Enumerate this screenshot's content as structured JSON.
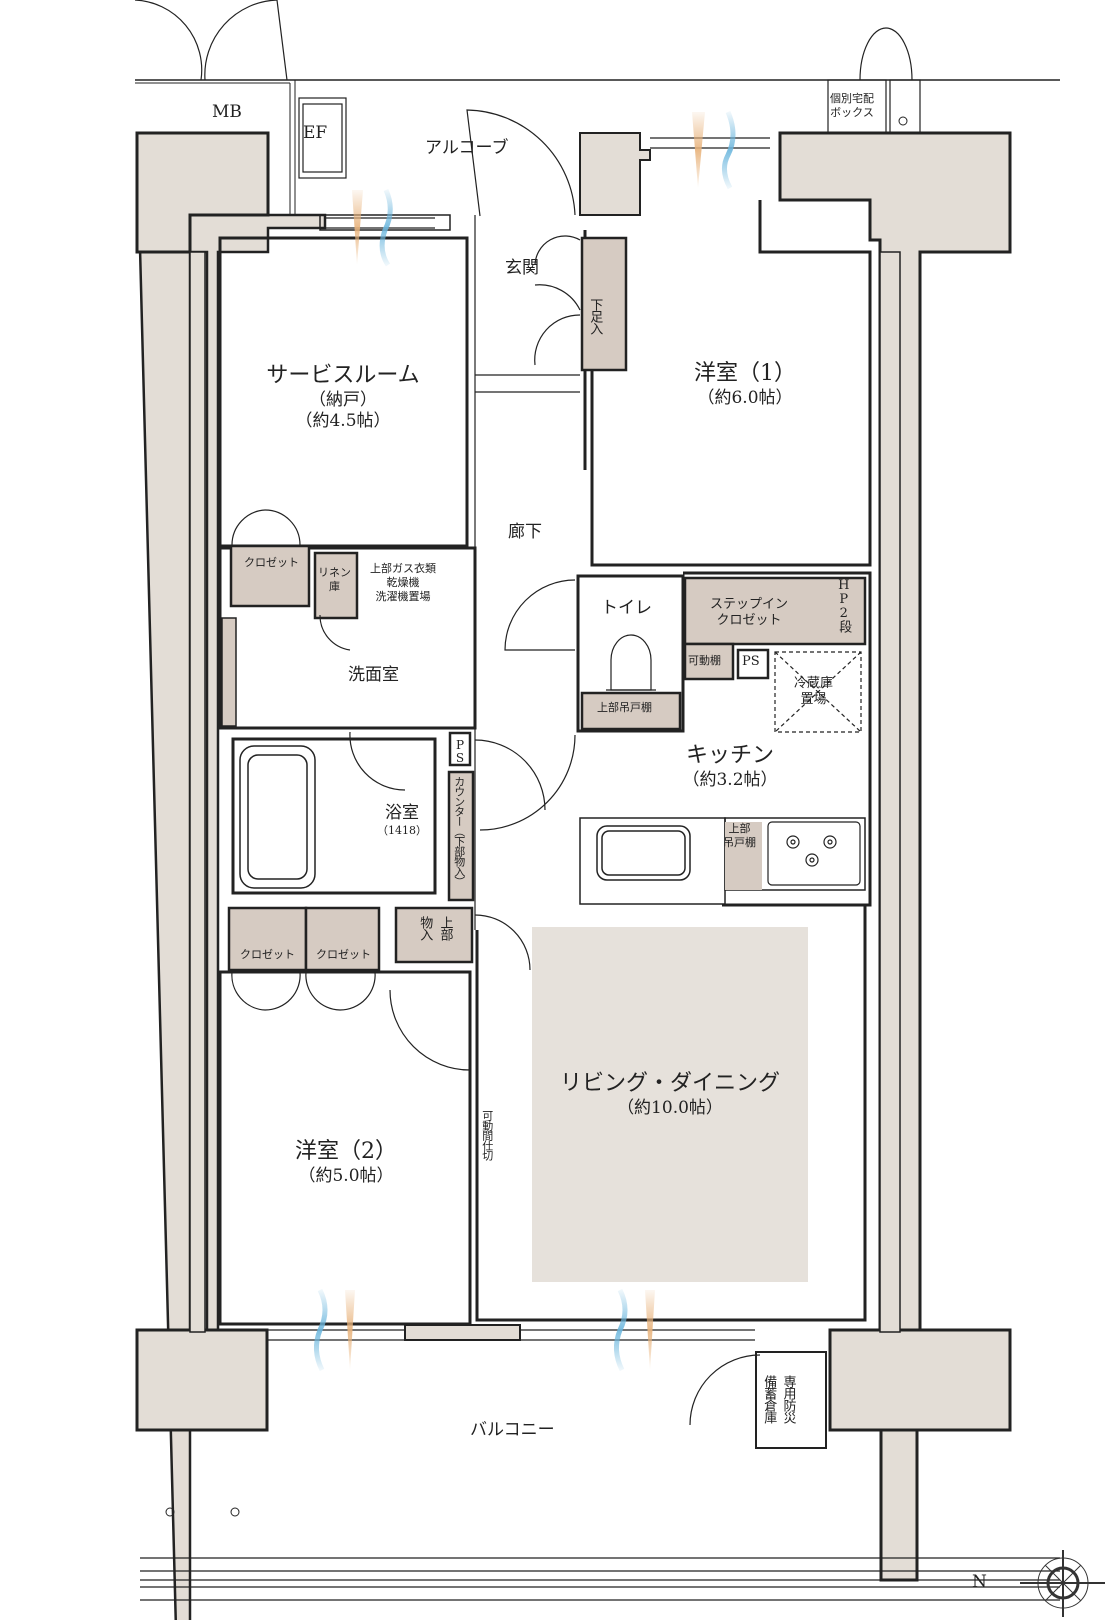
{
  "colors": {
    "wall_fill": "#e3ddd6",
    "storage_fill": "#d6cbc2",
    "living_fill": "#e6e1db",
    "line": "#222222",
    "warm_vent": "#e8b27a",
    "cool_vent": "#6bb6dd"
  },
  "exterior": {
    "mb": "MB",
    "ef": "EF",
    "alcove": "アルコーブ",
    "delivery_box": [
      "個別宅配",
      "ボックス"
    ],
    "balcony": "バルコニー",
    "disaster_storage": [
      "専用防災",
      "備蓄倉庫"
    ]
  },
  "rooms": {
    "service_room": {
      "name": "サービスルーム",
      "sub": "（納戸）",
      "area": "（約4.5帖）"
    },
    "western1": {
      "name": "洋室（1）",
      "area": "（約6.0帖）"
    },
    "western2": {
      "name": "洋室（2）",
      "area": "（約5.0帖）"
    },
    "entrance": {
      "name": "玄関"
    },
    "hallway": {
      "name": "廊下"
    },
    "washroom": {
      "name": "洗面室"
    },
    "bathroom": {
      "name": "浴室",
      "size": "（1418）"
    },
    "toilet": {
      "name": "トイレ"
    },
    "kitchen": {
      "name": "キッチン",
      "area": "（約3.2帖）"
    },
    "living": {
      "name": "リビング・ダイニング",
      "area": "（約10.0帖）"
    }
  },
  "storage": {
    "closet_service": "クロゼット",
    "linen": [
      "リネン",
      "庫"
    ],
    "dryer": [
      "上部ガス衣類",
      "乾燥機",
      "洗濯機置場"
    ],
    "shoe": "下足入",
    "step_in": [
      "ステップイン",
      "クロゼット"
    ],
    "hp": "HP2段",
    "movable_shelf": "可動棚",
    "ps1": "PS",
    "ps2": "PS",
    "fridge": [
      "冷蔵庫",
      "置場"
    ],
    "toilet_upper": "上部吊戸棚",
    "kitchen_upper": [
      "上部",
      "吊戸棚"
    ],
    "counter": "カウンター（下部物入）",
    "upper_storage": [
      "上部",
      "物入"
    ],
    "closet_w2_a": "クロゼット",
    "closet_w2_b": "クロゼット",
    "movable_partition": "可動間仕切"
  },
  "compass": {
    "north": "N"
  }
}
